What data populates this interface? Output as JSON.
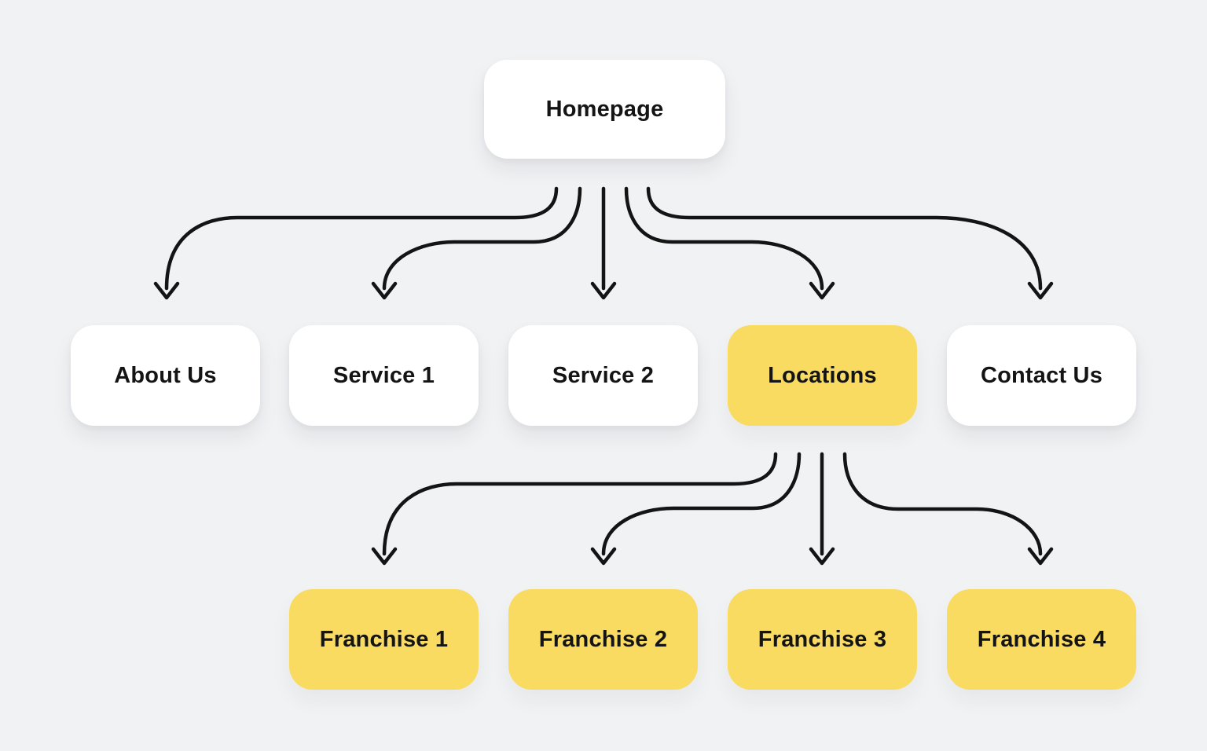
{
  "diagram": {
    "root": {
      "label": "Homepage",
      "highlighted": false
    },
    "pages": [
      {
        "label": "About Us",
        "highlighted": false
      },
      {
        "label": "Service 1",
        "highlighted": false
      },
      {
        "label": "Service 2",
        "highlighted": false
      },
      {
        "label": "Locations",
        "highlighted": true
      },
      {
        "label": "Contact Us",
        "highlighted": false
      }
    ],
    "franchises": [
      {
        "label": "Franchise 1",
        "highlighted": true
      },
      {
        "label": "Franchise 2",
        "highlighted": true
      },
      {
        "label": "Franchise 3",
        "highlighted": true
      },
      {
        "label": "Franchise 4",
        "highlighted": true
      }
    ]
  },
  "colors": {
    "background": "#F1F2F4",
    "node_default": "#FFFFFF",
    "node_highlight": "#F9DB62",
    "text": "#141414",
    "arrow": "#141414"
  }
}
